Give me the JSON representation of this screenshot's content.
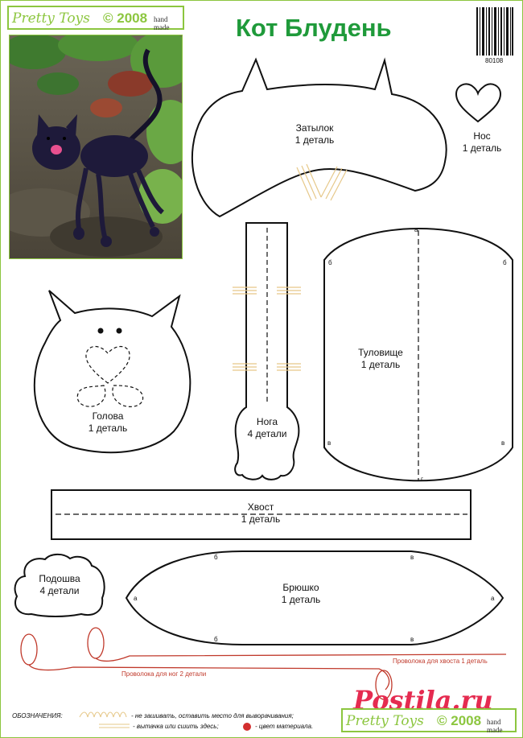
{
  "header": {
    "brand": "Pretty Toys",
    "brand_year": "© 2008",
    "hand_made": "hand made",
    "title": "Кот Блудень",
    "barcode_number": "80108"
  },
  "photo": {
    "description_icon": "cat-photo"
  },
  "pieces": {
    "back_head": {
      "name": "Затылок",
      "count": "1 деталь"
    },
    "nose": {
      "name": "Нос",
      "count": "1 деталь"
    },
    "head": {
      "name": "Голова",
      "count": "1 деталь"
    },
    "leg": {
      "name": "Нога",
      "count": "4 детали"
    },
    "body": {
      "name": "Туловище",
      "count": "1 деталь",
      "marks": {
        "a": "а",
        "b": "б",
        "v": "в",
        "g": "г"
      }
    },
    "tail": {
      "name": "Хвост",
      "count": "1 деталь"
    },
    "sole": {
      "name": "Подошва",
      "count": "4 детали"
    },
    "belly": {
      "name": "Брюшко",
      "count": "1 деталь",
      "marks": {
        "a": "а",
        "b": "б",
        "v": "в"
      }
    }
  },
  "wire": {
    "legs": "Проволока для ног 2 детали",
    "tail": "Проволока для хвоста 1 деталь"
  },
  "legend": {
    "title": "ОБОЗНАЧЕНИЯ:",
    "no_sew": "- не зашивать, оставить место  для выворачивания;",
    "dart": "- вытачка или сшить здесь;",
    "color": "- цвет материала."
  },
  "watermark": {
    "text": "Postila.ru"
  },
  "footer": {
    "brand": "Pretty Toys",
    "brand_year": "© 2008",
    "hand_made": "hand made"
  },
  "colors": {
    "accent_green": "#8cc63f",
    "title_green": "#1f9a3a",
    "wire_red": "#c0392b",
    "legend_dot": "#d32f2f",
    "opening_marks": "#e6c889",
    "watermark_red": "#e52b50"
  }
}
